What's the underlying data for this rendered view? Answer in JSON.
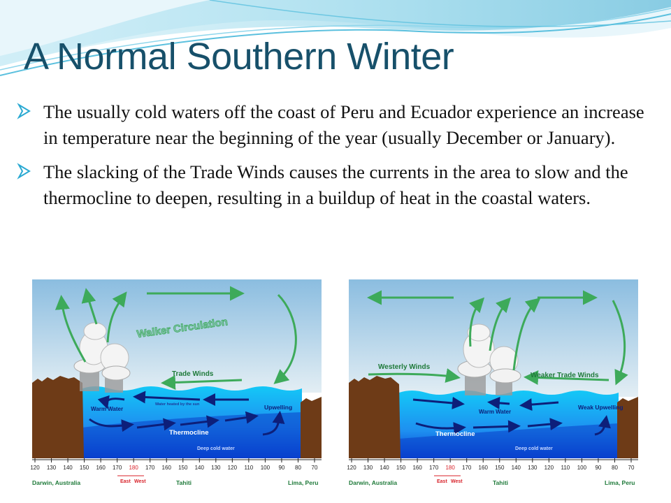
{
  "slide": {
    "title": "A Normal Southern Winter",
    "bullets": [
      "The usually cold waters off the coast of Peru and Ecuador experience an increase in temperature near the beginning of the year (usually December or January).",
      "The slacking of the Trade Winds causes the currents in the area to slow and the thermocline to deepen, resulting in a buildup of heat in the coastal waters."
    ],
    "bullet_icon": "arrow-bullet-icon"
  },
  "colors": {
    "title": "#17506a",
    "swoosh": "#5bc0de",
    "arrow_green": "#3daa5a",
    "arrow_navy": "#0d1f7a",
    "water_top": "#1ac4f5",
    "deep_water": "#0a4fd8",
    "land": "#6e3b17",
    "sky": "#9fc9e6",
    "red_label": "#d8222a"
  },
  "figures": {
    "normal": {
      "walker": "Walker Circulation",
      "trade_winds": "Trade Winds",
      "warm_water": "Warm Water",
      "water_heated": "Water heated by the sun",
      "upwelling": "Upwelling",
      "thermocline": "Thermocline",
      "deep_cold": "Deep cold water",
      "ticks": [
        "120",
        "130",
        "140",
        "150",
        "160",
        "170",
        "180",
        "170",
        "160",
        "150",
        "140",
        "130",
        "120",
        "110",
        "100",
        "90",
        "80",
        "70"
      ],
      "darwin": "Darwin, Australia",
      "tahiti": "Tahiti",
      "lima": "Lima, Peru",
      "east": "East",
      "west": "West"
    },
    "elnino": {
      "westerly": "Westerly Winds",
      "weaker_trade": "Weaker Trade Winds",
      "warm_water": "Warm Water",
      "weak_upwelling": "Weak Upwelling",
      "thermocline": "Thermocline",
      "deep_cold": "Deep cold water",
      "ticks": [
        "120",
        "130",
        "140",
        "150",
        "160",
        "170",
        "180",
        "170",
        "160",
        "150",
        "140",
        "130",
        "120",
        "110",
        "100",
        "90",
        "80",
        "70"
      ],
      "darwin": "Darwin, Australia",
      "tahiti": "Tahiti",
      "lima": "Lima, Peru",
      "east": "East",
      "west": "West"
    }
  }
}
